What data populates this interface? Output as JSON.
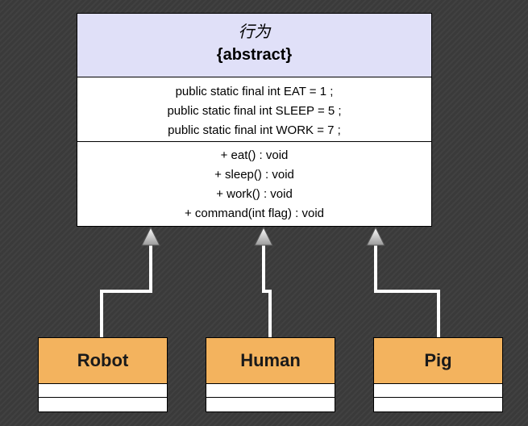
{
  "abstract_class": {
    "name": "行为",
    "stereotype": "{abstract}",
    "attributes": [
      "public static final int EAT = 1 ;",
      "public static final int SLEEP = 5 ;",
      "public static final int WORK = 7 ;"
    ],
    "operations": [
      "+ eat() : void",
      "+ sleep() : void",
      "+ work() : void",
      "+ command(int flag) : void"
    ]
  },
  "subclasses": [
    "Robot",
    "Human",
    "Pig"
  ],
  "colors": {
    "background": "#3a3a3a",
    "abstract_header": "#e0e0f8",
    "subclass_fill": "#f3b35e",
    "connector": "#ffffff"
  }
}
